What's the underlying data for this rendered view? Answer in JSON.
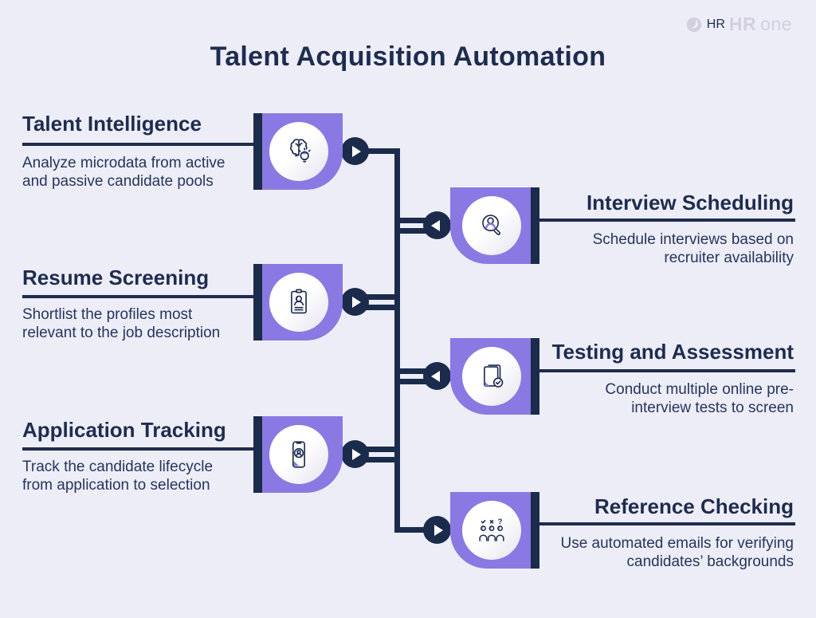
{
  "page": {
    "title": "Talent Acquisition Automation",
    "brand": {
      "bold": "HR",
      "light": "one"
    }
  },
  "colors": {
    "background": "#EDEDF8",
    "navy": "#1B2B4B",
    "purple": "#8A79E2",
    "disc_white": "#FFFFFF",
    "logo_gray": "#D3CFDE"
  },
  "items": [
    {
      "title": "Talent Intelligence",
      "lines": [
        "Analyze microdata from active",
        "and passive candidate pools"
      ],
      "icon": "brain-lightbulb-icon"
    },
    {
      "title": "Resume Screening",
      "lines": [
        "Shortlist the profiles most",
        "relevant to the job description"
      ],
      "icon": "resume-card-icon"
    },
    {
      "title": "Application Tracking",
      "lines": [
        "Track the candidate lifecycle",
        "from application to selection"
      ],
      "icon": "phone-tracking-icon"
    },
    {
      "title": "Interview Scheduling",
      "lines": [
        "Schedule interviews based on",
        "recruiter availability"
      ],
      "icon": "candidate-search-icon"
    },
    {
      "title": "Testing and Assessment",
      "lines": [
        "Conduct multiple online pre-",
        "interview tests to screen"
      ],
      "icon": "test-checklist-icon"
    },
    {
      "title": "Reference Checking",
      "lines": [
        "Use automated emails for verifying",
        "candidates’ backgrounds"
      ],
      "icon": "people-verification-icon"
    }
  ]
}
